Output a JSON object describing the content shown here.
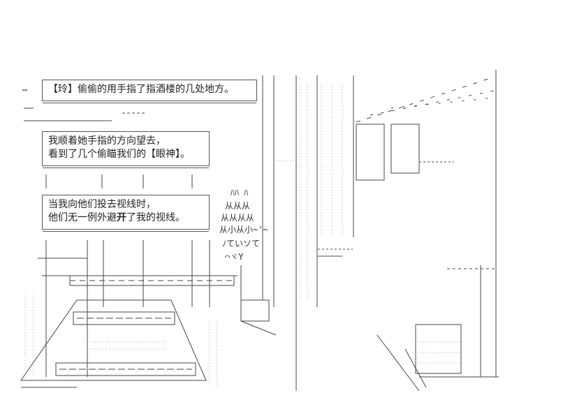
{
  "captions": [
    {
      "lines": [
        "【玲】偷偷的用手指了指酒楼的几处地方。"
      ]
    },
    {
      "lines": [
        "我顺着她手指的方向望去，",
        "看到了几个偷瞄我们的【眼神】。"
      ]
    },
    {
      "lines": [
        "当我向他们投去视线时，",
        "他们无一例外避",
        "开",
        "了我的视线。"
      ]
    }
  ],
  "art_text": {
    "crowd1": "ﾊﾊ ﾊ",
    "crowd2": "从从从",
    "crowd3": "从从从从",
    "crowd4": "从小从小~'~",
    "crowd5": "ﾉていソて",
    "crowd6": "⌒ヾY",
    "dots": "…"
  }
}
